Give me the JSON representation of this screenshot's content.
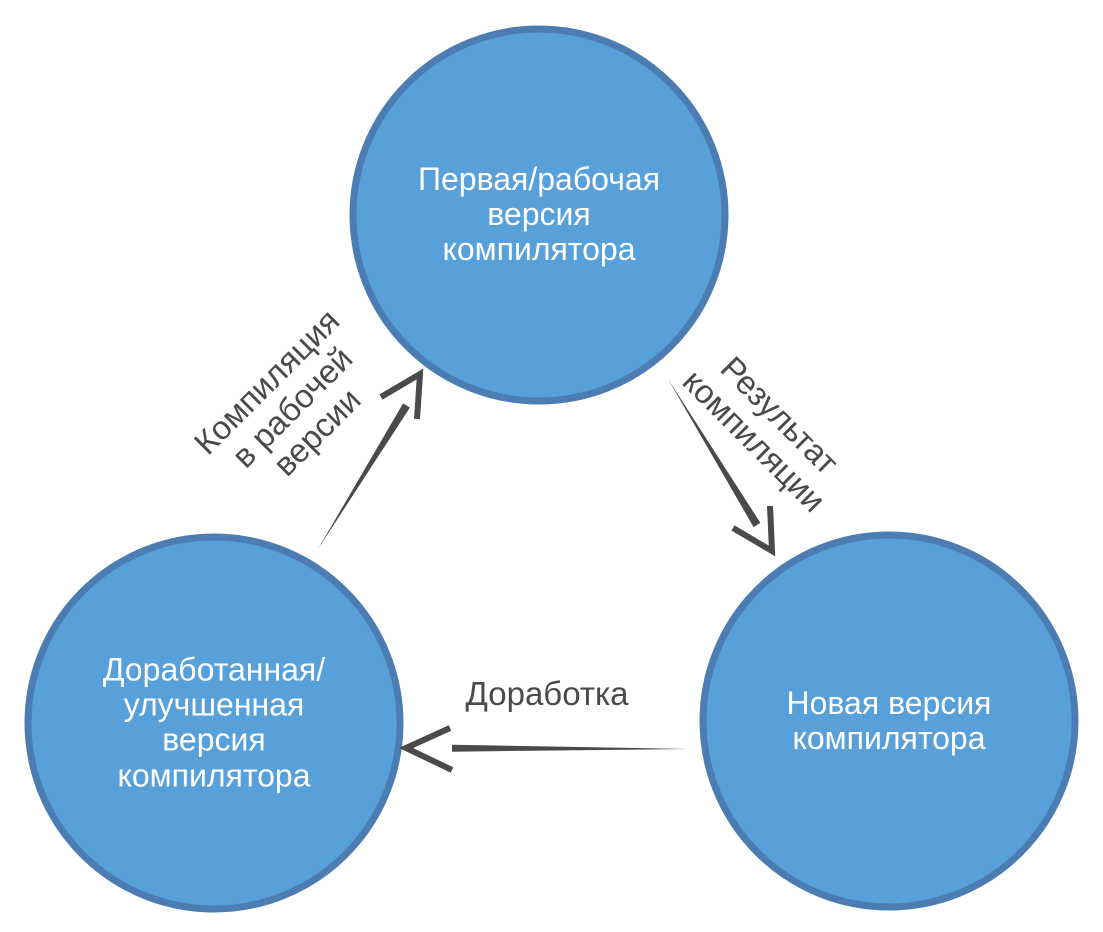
{
  "colors": {
    "node_fill": "#58A0DA",
    "node_border": "#4C7DB2",
    "node_text": "#FFFFFF",
    "arrow": "#4A4A4A",
    "label_text": "#4A4A4A",
    "background": "#FFFFFF"
  },
  "diagram": {
    "type": "cycle",
    "nodes": [
      {
        "id": "first-working-version",
        "label": "Первая/рабочая\nверсия\nкомпилятора"
      },
      {
        "id": "improved-version",
        "label": "Доработанная/\nулучшенная\nверсия\nкомпилятора"
      },
      {
        "id": "new-version",
        "label": "Новая версия\nкомпилятора"
      }
    ],
    "edges": [
      {
        "from": "improved-version",
        "to": "first-working-version",
        "label": "Компиляция\nв рабочей\nверсии"
      },
      {
        "from": "first-working-version",
        "to": "new-version",
        "label": "Результат\nкомпиляции"
      },
      {
        "from": "new-version",
        "to": "improved-version",
        "label": "Доработка"
      }
    ]
  }
}
